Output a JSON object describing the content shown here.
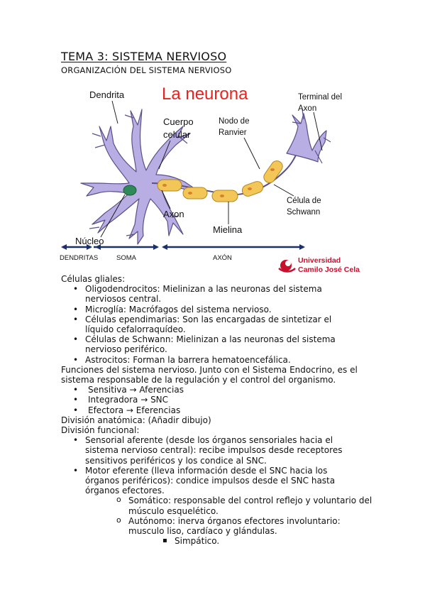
{
  "header": {
    "title": "TEMA 3: SISTEMA NERVIOSO",
    "subtitle": "ORGANIZACIÓN DEL SISTEMA NERVIOSO"
  },
  "figure": {
    "heading": "La neurona",
    "labels": {
      "dendrita": "Dendrita",
      "cuerpo1": "Cuerpo",
      "cuerpo2": "celular",
      "nodo1": "Nodo de",
      "nodo2": "Ranvier",
      "terminal1": "Terminal del",
      "terminal2": "Axon",
      "axon": "Axon",
      "nucleo": "Núcleo",
      "mielina": "Mielina",
      "schwann1": "Célula de",
      "schwann2": "Schwann"
    },
    "scale": {
      "dendritas": "DENDRITAS",
      "soma": "SOMA",
      "axon": "AXÓN"
    },
    "logo": {
      "line1": "Universidad",
      "line2": "Camilo José Cela"
    },
    "colors": {
      "heading": "#e8231f",
      "cell": "#b9aee3",
      "cell_stroke": "#5b4f8a",
      "nucleus": "#2f8a5a",
      "myelin": "#f2c757",
      "myelin_stroke": "#b8861c",
      "scale": "#1b2f6b",
      "logo": "#c8102e"
    }
  },
  "content": {
    "gliales_heading": "Células gliales:",
    "gliales": [
      [
        "Oligodendrocitos: Mielinizan a las neuronas del sistema",
        "nerviosos central."
      ],
      [
        "Microglía: Macrófagos del sistema nervioso."
      ],
      [
        "Células ependimarias: Son las encargadas de sintetizar el",
        "líquido cefalorraquídeo."
      ],
      [
        "Células de Schwann: Mielinizan a las neuronas del sistema",
        "nervioso periférico."
      ],
      [
        "Astrocitos: Forman la barrera hematoencefálica."
      ]
    ],
    "funciones": [
      "Funciones del sistema nervioso. Junto con el Sistema Endocrino, es el",
      "sistema responsable de la regulación y el control del organismo."
    ],
    "funciones_items": [
      "Sensitiva → Aferencias",
      "Integradora → SNC",
      "Efectora → Eferencias"
    ],
    "anatomica": "División anatómica: (Añadir dibujo)",
    "funcional": "División funcional:",
    "funcional_items": [
      [
        "Sensorial aferente (desde los órganos sensoriales hacia el",
        "sistema nervioso central): recibe impulsos desde receptores",
        "sensitivos periféricos y los condice al SNC."
      ],
      [
        "Motor eferente (lleva información desde el SNC hacia los",
        "órganos periféricos): condice impulsos desde el SNC hasta",
        "órganos efectores."
      ]
    ],
    "motor_sub": [
      [
        "Somático: responsable del control reflejo y voluntario del",
        "músculo esquelético."
      ],
      [
        "Autónomo: inerva órganos efectores involuntario:",
        "musculo liso, cardíaco y glándulas."
      ]
    ],
    "autonomo_sub": [
      "Simpático."
    ]
  }
}
